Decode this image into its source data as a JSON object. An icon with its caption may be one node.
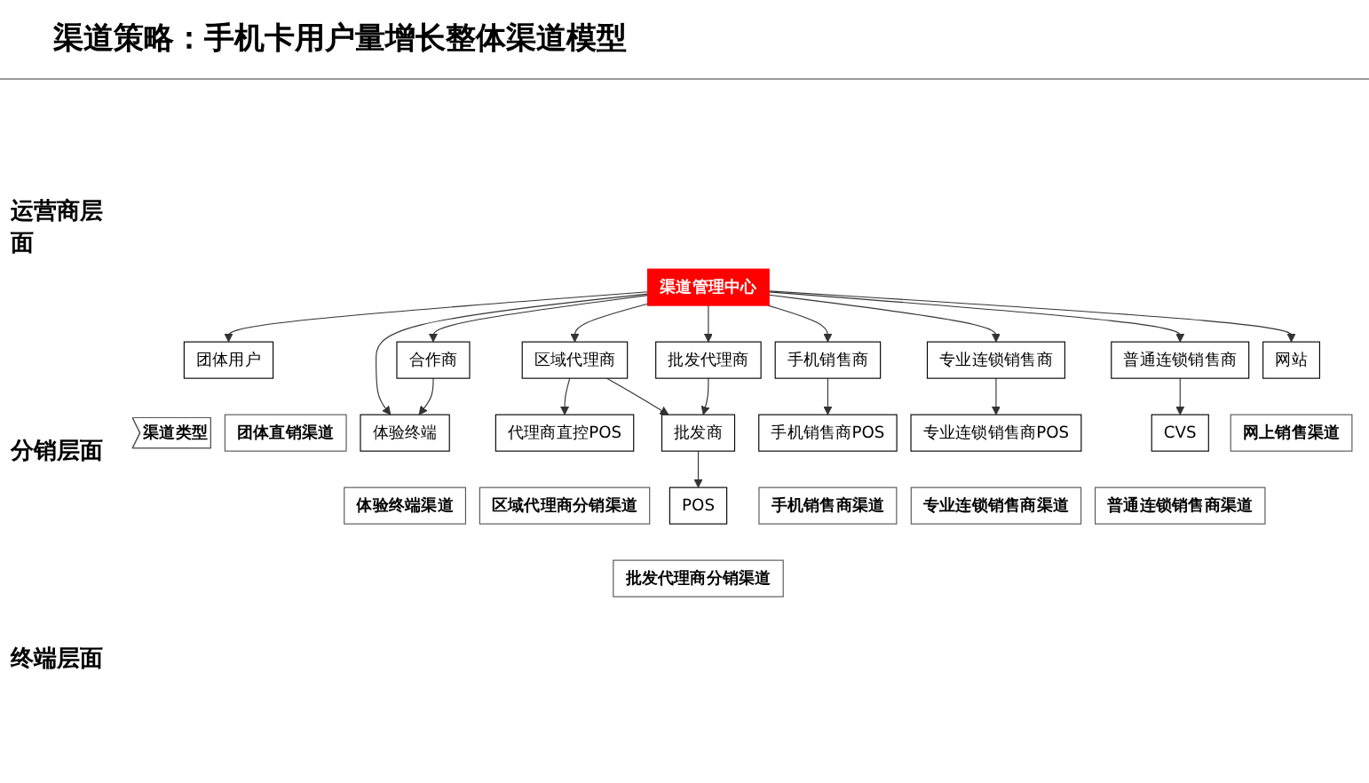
{
  "diagram": {
    "title": "渠道策略：手机卡用户量增长整体渠道模型",
    "nodes": [
      {
        "text": [
          "渠道管理中心"
        ]
      },
      {
        "text": [
          "合作商"
        ]
      },
      {
        "text": [
          "区域代理商"
        ]
      },
      {
        "text": [
          "批发代理商"
        ]
      },
      {
        "text": [
          "手机销售商"
        ]
      },
      {
        "text": [
          "专业连锁销售商"
        ]
      },
      {
        "text": [
          "普通连锁销售商"
        ]
      },
      {
        "text": [
          "批发商"
        ]
      },
      {
        "text": [
          "团体用户"
        ]
      },
      {
        "text": [
          "体验终端"
        ]
      },
      {
        "text": [
          "代理商直控POS"
        ]
      },
      {
        "text": [
          "POS"
        ]
      },
      {
        "text": [
          "手机销售商POS"
        ]
      },
      {
        "text": [
          "专业连锁销售商POS"
        ]
      },
      {
        "text": [
          "CVS"
        ]
      },
      {
        "text": [
          "网站"
        ]
      },
      {
        "text": [
          "渠道类型"
        ]
      },
      {
        "text": [
          "团体直销渠道"
        ]
      },
      {
        "text": [
          "体验终端渠道"
        ]
      },
      {
        "text": [
          "区域代理商分销渠道"
        ]
      },
      {
        "text": [
          "批发代理商分销渠道"
        ]
      },
      {
        "text": [
          "手机销售商渠道"
        ]
      },
      {
        "text": [
          "专业连锁销售商渠道"
        ]
      },
      {
        "text": [
          "普通连锁销售商渠道"
        ]
      },
      {
        "text": [
          "网上销售渠道"
        ]
      }
    ],
    "edges": [
      {
        "from": 0,
        "to": 8,
        "arrow": "to"
      },
      {
        "from": 0,
        "to": 9,
        "arrow": "to"
      },
      {
        "from": 0,
        "to": 1,
        "arrow": "to"
      },
      {
        "from": 1,
        "to": 9,
        "arrow": "to"
      },
      {
        "from": 0,
        "to": 2,
        "arrow": "to"
      },
      {
        "from": 2,
        "to": 10,
        "arrow": "to"
      },
      {
        "from": 2,
        "to": 7,
        "arrow": "to"
      },
      {
        "from": 0,
        "to": 3,
        "arrow": "to"
      },
      {
        "from": 3,
        "to": 7,
        "arrow": "to"
      },
      {
        "from": 7,
        "to": 11,
        "arrow": "to"
      },
      {
        "from": 0,
        "to": 4,
        "arrow": "to"
      },
      {
        "from": 4,
        "to": 12,
        "arrow": "to"
      },
      {
        "from": 0,
        "to": 5,
        "arrow": "to"
      },
      {
        "from": 5,
        "to": 13,
        "arrow": "to"
      },
      {
        "from": 0,
        "to": 6,
        "arrow": "to"
      },
      {
        "from": 6,
        "to": 14,
        "arrow": "to"
      },
      {
        "from": 0,
        "to": 15,
        "arrow": "to"
      }
    ],
    "labels": [
      "运营商层面",
      "分销层面",
      "终端层面"
    ]
  }
}
